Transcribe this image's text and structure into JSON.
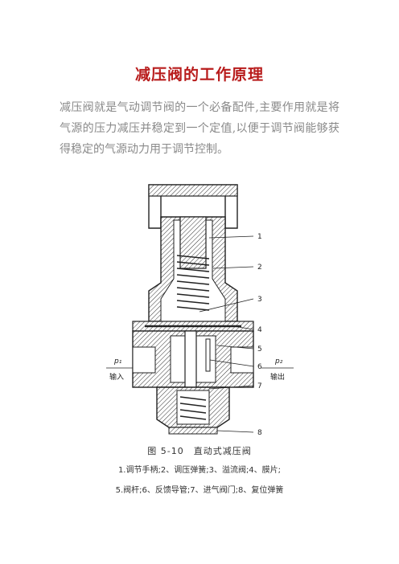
{
  "document": {
    "title": "减压阀的工作原理",
    "paragraph": "减压阀就是气动调节阀的一个必备配件,主要作用就是将气源的压力减压并稳定到一个定值,以便于调节阀能够获得稳定的气源动力用于调节控制。"
  },
  "figure": {
    "caption": "图 5-10　直动式减压阀",
    "inlet_symbol": "p₁",
    "inlet_label": "输入",
    "outlet_symbol": "p₂",
    "outlet_label": "输出",
    "callouts": [
      "1",
      "2",
      "3",
      "4",
      "5",
      "6",
      "7",
      "8"
    ],
    "legend_line1": "1.调节手柄;2、调压弹簧;3、溢流阀;4、膜片;",
    "legend_line2": "5.阀杆;6、反馈导管;7、进气阀门;8、复位弹簧"
  }
}
